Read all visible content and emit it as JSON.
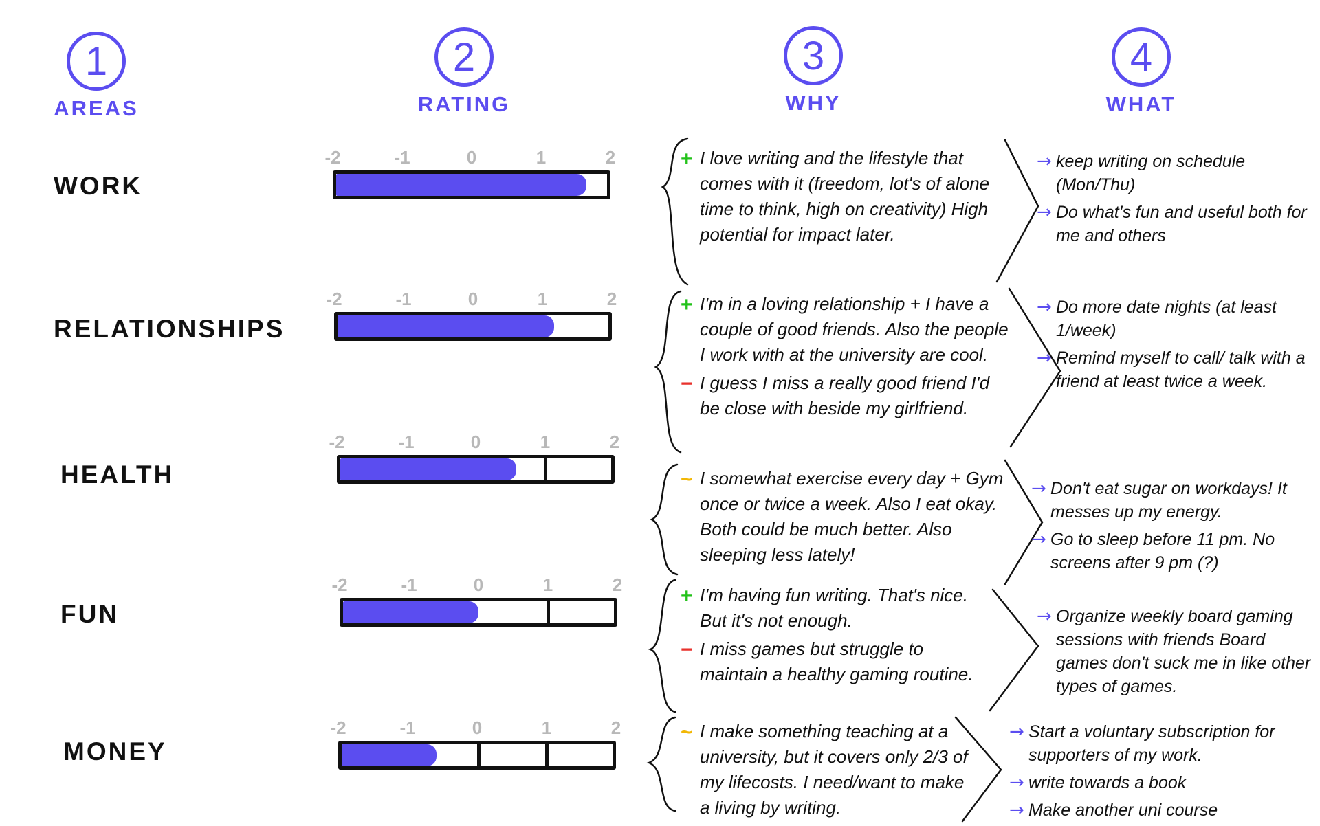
{
  "columns": [
    {
      "number": "1",
      "title": "AREAS"
    },
    {
      "number": "2",
      "title": "RATING"
    },
    {
      "number": "3",
      "title": "WHY"
    },
    {
      "number": "4",
      "title": "WHAT"
    }
  ],
  "scale_ticks": [
    "-2",
    "-1",
    "0",
    "1",
    "2"
  ],
  "colors": {
    "accent": "#5b4df0",
    "positive": "#22c21a",
    "negative": "#e8322d",
    "neutral": "#f2b705"
  },
  "areas": [
    {
      "name": "WORK",
      "rating": 1.7,
      "why": [
        {
          "mark": "+",
          "mark_icon": "plus-icon",
          "color": "#22c21a",
          "text": "I love writing and the lifestyle that comes with it (freedom, lot's of alone time to think, high on creativity) High potential for impact later."
        }
      ],
      "what": [
        {
          "text": "keep writing on schedule (Mon/Thu)"
        },
        {
          "text": "Do what's fun and useful both for me and others"
        }
      ]
    },
    {
      "name": "RELATIONSHIPS",
      "rating": 1.2,
      "why": [
        {
          "mark": "+",
          "mark_icon": "plus-icon",
          "color": "#22c21a",
          "text": "I'm in a loving relationship + I have a couple of good friends. Also the people I work with at the university are cool."
        },
        {
          "mark": "−",
          "mark_icon": "minus-icon",
          "color": "#e8322d",
          "text": "I guess I miss a really good friend I'd be close with beside my girlfriend."
        }
      ],
      "what": [
        {
          "text": "Do more date nights (at least 1/week)"
        },
        {
          "text": "Remind myself to call/ talk with a friend at least twice a week."
        }
      ]
    },
    {
      "name": "HEALTH",
      "rating": 0.6,
      "why": [
        {
          "mark": "~",
          "mark_icon": "tilde-icon",
          "color": "#f2b705",
          "text": "I somewhat exercise every day + Gym once or twice a week. Also I eat okay. Both could be much better. Also sleeping less lately!"
        }
      ],
      "what": [
        {
          "text": "Don't eat sugar on workdays! It messes up my energy."
        },
        {
          "text": "Go to sleep before 11 pm. No screens after 9 pm (?)"
        }
      ]
    },
    {
      "name": "FUN",
      "rating": 0.0,
      "why": [
        {
          "mark": "+",
          "mark_icon": "plus-icon",
          "color": "#22c21a",
          "text": "I'm having fun writing. That's nice. But it's not enough."
        },
        {
          "mark": "−",
          "mark_icon": "minus-icon",
          "color": "#e8322d",
          "text": "I miss games but struggle to maintain a healthy gaming routine."
        }
      ],
      "what": [
        {
          "text": "Organize weekly board gaming sessions with friends Board games don't suck me in like other types of games."
        }
      ]
    },
    {
      "name": "MONEY",
      "rating": -0.6,
      "why": [
        {
          "mark": "~",
          "mark_icon": "tilde-icon",
          "color": "#f2b705",
          "text": "I make something teaching at a university, but it covers only 2/3 of my lifecosts. I need/want to make a living by writing."
        }
      ],
      "what": [
        {
          "text": "Start a voluntary subscription for supporters of my work."
        },
        {
          "text": "write towards a book"
        },
        {
          "text": "Make another uni course"
        }
      ]
    }
  ]
}
